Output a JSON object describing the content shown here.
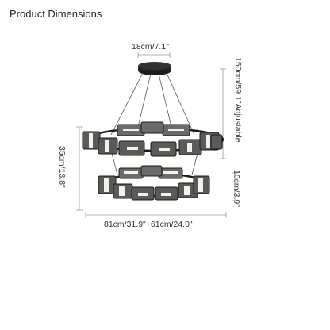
{
  "page": {
    "title": "Product Dimensions"
  },
  "dimensions": {
    "canopy_width": "18cm/7.1\"",
    "max_height": "150cm/59.1\"Adjustable",
    "total_height": "35cm/13.8\"",
    "tier_height": "10cm/3.9\"",
    "diameters": "81cm/31.9\"+61cm/24.0\""
  },
  "colors": {
    "frame": "#1b1b1b",
    "shade": "#5a5a5a",
    "glow": "#f4f1ea",
    "dim_line": "#9a9a9a"
  }
}
